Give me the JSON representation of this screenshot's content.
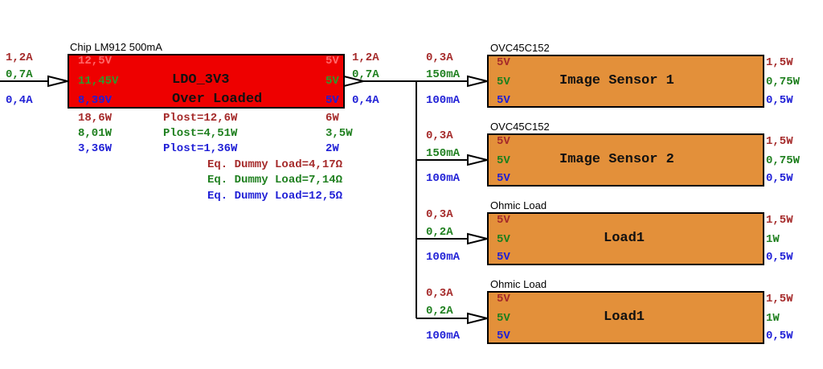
{
  "input": {
    "current_red": "1,2A",
    "current_green": "0,7A",
    "current_blue": "0,4A"
  },
  "ldo": {
    "caption": "Chip LM912 500mA",
    "vin_red": "12,5V",
    "vin_green": "11,45V",
    "vin_blue": "8,39V",
    "name": "LDO_3V3",
    "status": "Over Loaded",
    "vout_red": "5V",
    "vout_green": "5V",
    "vout_blue": "5V",
    "pin_red": "18,6W",
    "pin_green": "8,01W",
    "pin_blue": "3,36W",
    "plost_red": "Plost=12,6W",
    "plost_green": "Plost=4,51W",
    "plost_blue": "Plost=1,36W",
    "pout_red": "6W",
    "pout_green": "3,5W",
    "pout_blue": "2W",
    "dummy_red": "Eq. Dummy Load=4,17Ω",
    "dummy_green": "Eq. Dummy Load=7,14Ω",
    "dummy_blue": "Eq. Dummy Load=12,5Ω"
  },
  "output": {
    "current_red": "1,2A",
    "current_green": "0,7A",
    "current_blue": "0,4A"
  },
  "loads": [
    {
      "caption": "OVC45C152",
      "name": "Image Sensor 1",
      "i_red": "0,3A",
      "i_green": "150mA",
      "i_blue": "100mA",
      "v_red": "5V",
      "v_green": "5V",
      "v_blue": "5V",
      "p_red": "1,5W",
      "p_green": "0,75W",
      "p_blue": "0,5W"
    },
    {
      "caption": "OVC45C152",
      "name": "Image Sensor 2",
      "i_red": "0,3A",
      "i_green": "150mA",
      "i_blue": "100mA",
      "v_red": "5V",
      "v_green": "5V",
      "v_blue": "5V",
      "p_red": "1,5W",
      "p_green": "0,75W",
      "p_blue": "0,5W"
    },
    {
      "caption": "Ohmic Load",
      "name": "Load1",
      "i_red": "0,3A",
      "i_green": "0,2A",
      "i_blue": "100mA",
      "v_red": "5V",
      "v_green": "5V",
      "v_blue": "5V",
      "p_red": "1,5W",
      "p_green": "1W",
      "p_blue": "0,5W"
    },
    {
      "caption": "Ohmic Load",
      "name": "Load1",
      "i_red": "0,3A",
      "i_green": "0,2A",
      "i_blue": "100mA",
      "v_red": "5V",
      "v_green": "5V",
      "v_blue": "5V",
      "p_red": "1,5W",
      "p_green": "1W",
      "p_blue": "0,5W"
    }
  ],
  "colors": {
    "ldo_fill": "#ee0000",
    "load_fill": "#e3903a",
    "red_text": "#a52a2a",
    "green_text": "#1e7f1e",
    "blue_text": "#1f1fd6"
  }
}
